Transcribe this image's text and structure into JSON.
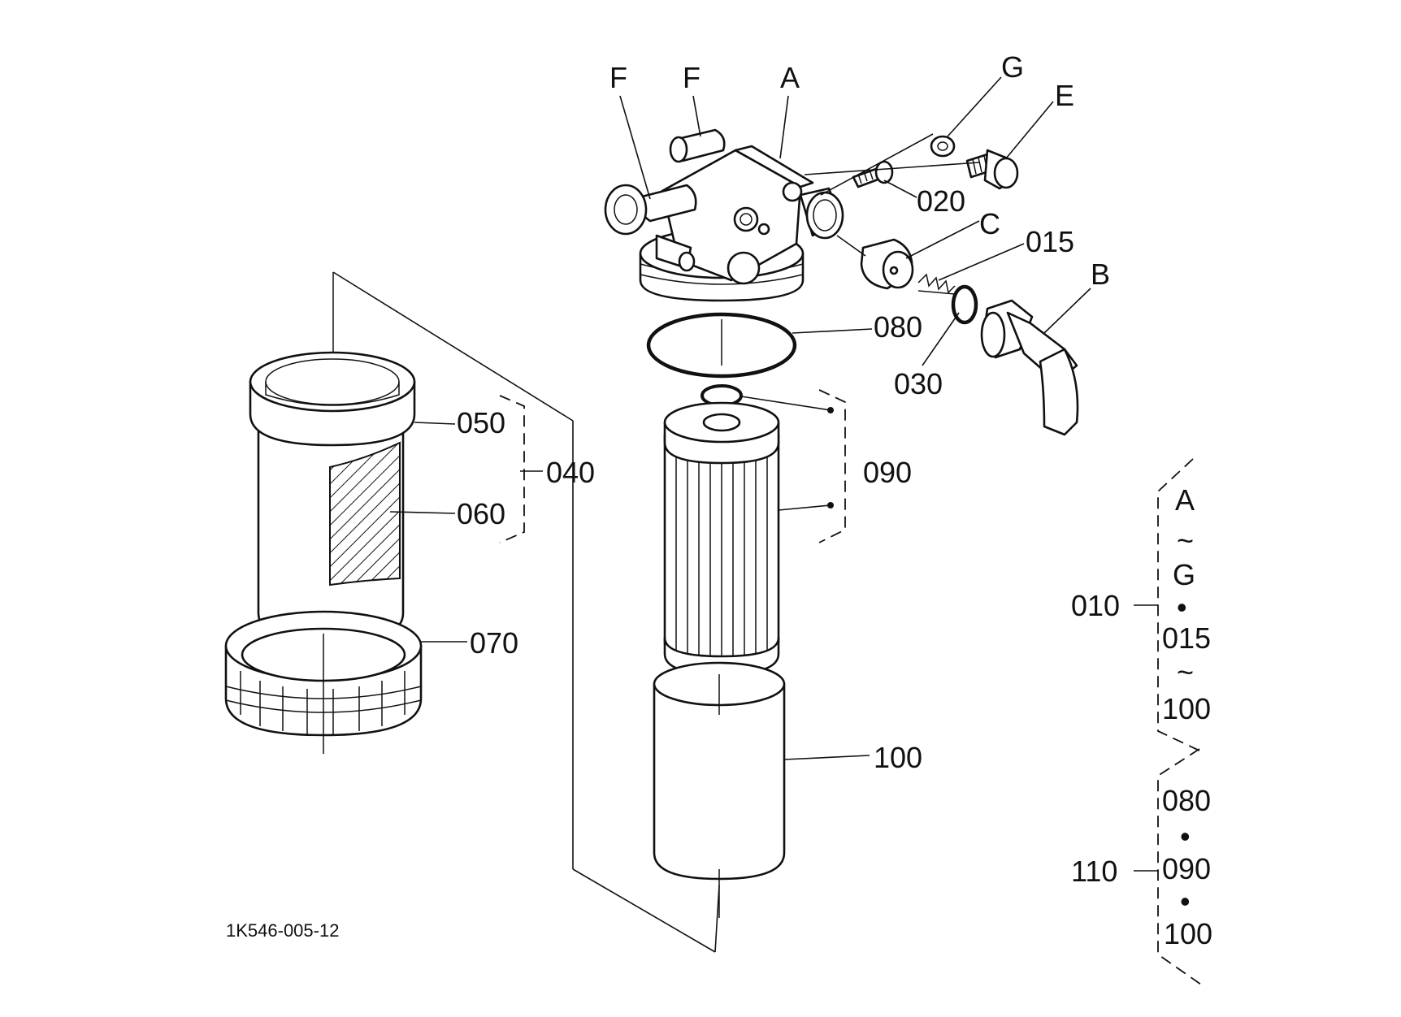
{
  "document_id": "1K546-005-12",
  "colors": {
    "ink": "#111111",
    "paper": "#ffffff"
  },
  "letter_labels": {
    "A": "A",
    "B": "B",
    "C": "C",
    "E": "E",
    "F": "F",
    "G": "G"
  },
  "part_numbers": {
    "p010": "010",
    "p015": "015",
    "p020": "020",
    "p030": "030",
    "p040": "040",
    "p050": "050",
    "p060": "060",
    "p070": "070",
    "p080": "080",
    "p090": "090",
    "p100": "100",
    "p110": "110"
  },
  "assembly_010": {
    "from": "A",
    "tilde": "~",
    "to": "G",
    "bullet": "•",
    "range_start": "015",
    "range_end": "100"
  },
  "assembly_110": {
    "items": [
      "080",
      "090",
      "100"
    ],
    "bullet": "•"
  }
}
